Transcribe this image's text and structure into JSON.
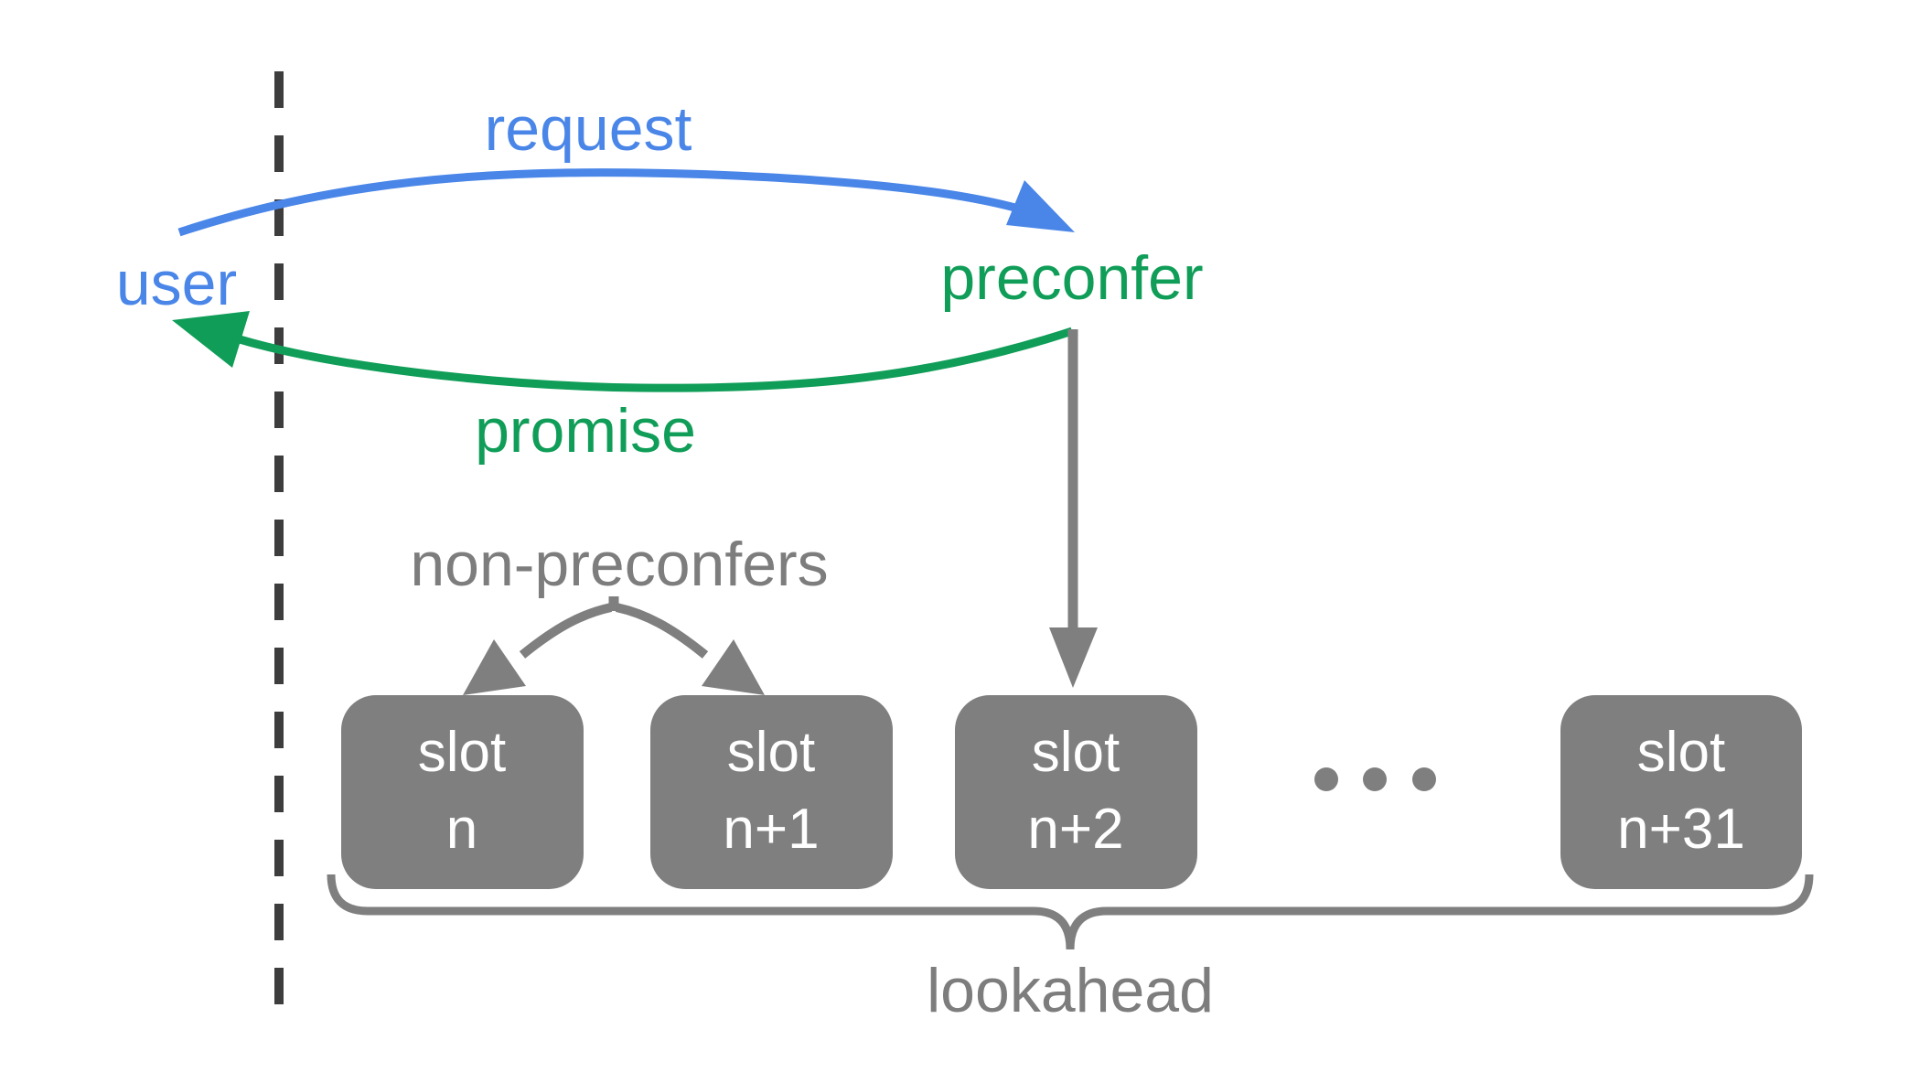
{
  "labels": {
    "user": "user",
    "request": "request",
    "promise": "promise",
    "preconfer": "preconfer",
    "non_preconfers": "non-preconfers",
    "lookahead": "lookahead"
  },
  "slots": [
    {
      "line1": "slot",
      "line2": "n"
    },
    {
      "line1": "slot",
      "line2": "n+1"
    },
    {
      "line1": "slot",
      "line2": "n+2"
    },
    {
      "line1": "slot",
      "line2": "n+31"
    }
  ],
  "ellipsis_dot_count": 3,
  "colors": {
    "blue": "#4a86e8",
    "green": "#0f9d58",
    "shape_gray": "#7f7f7f",
    "label_gray": "#7d7d7d",
    "dash_gray": "#3d3d3d",
    "slot_text_color": "#ffffff"
  }
}
